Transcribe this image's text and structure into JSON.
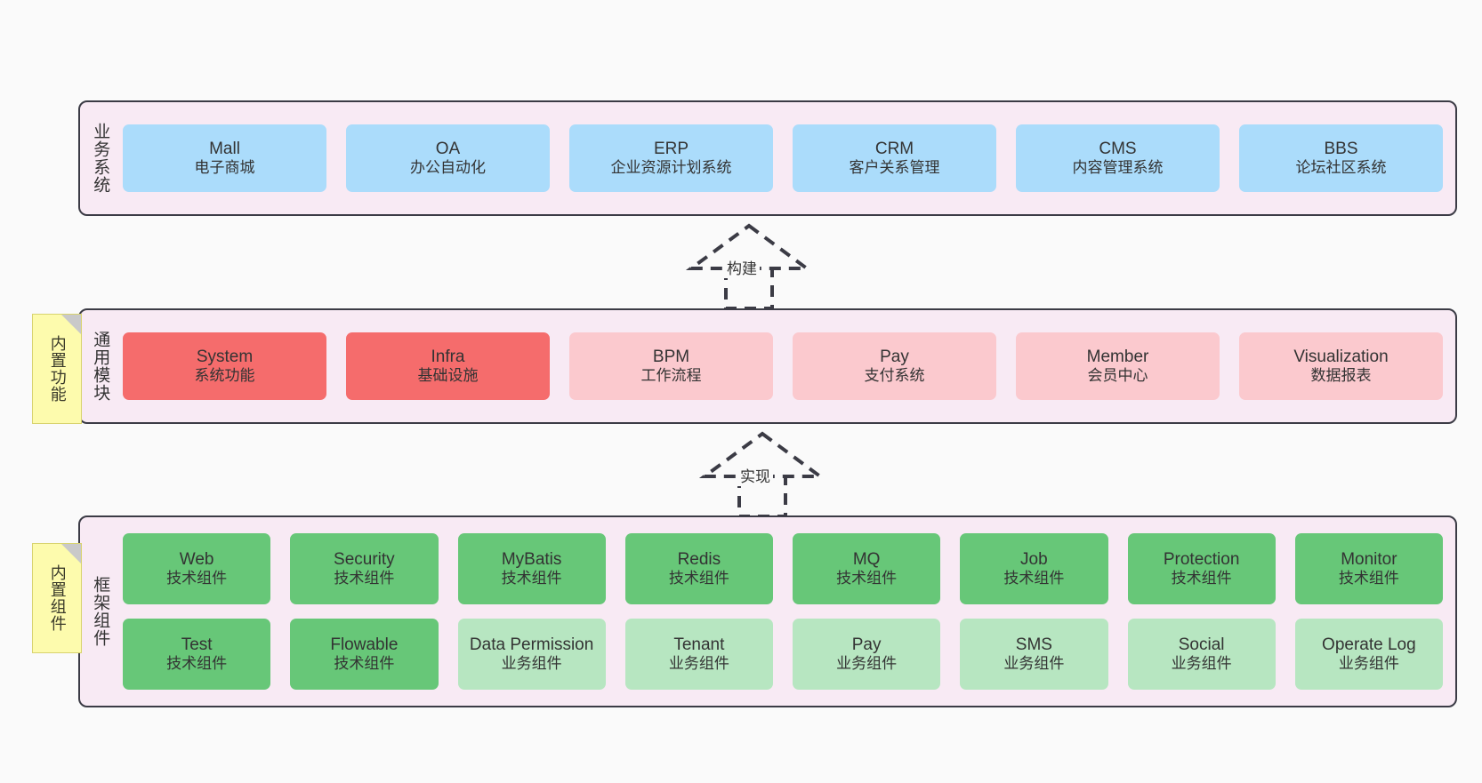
{
  "diagram": {
    "background_color": "#fafafa",
    "panel_color": "#f8eaf4",
    "panel_border_color": "#3b3b45"
  },
  "layers": [
    {
      "id": "business-system",
      "title": "业务系统",
      "color": "#abdcfb",
      "rows": [
        [
          {
            "en": "Mall",
            "cn": "电子商城"
          },
          {
            "en": "OA",
            "cn": "办公自动化"
          },
          {
            "en": "ERP",
            "cn": "企业资源计划系统"
          },
          {
            "en": "CRM",
            "cn": "客户关系管理"
          },
          {
            "en": "CMS",
            "cn": "内容管理系统"
          },
          {
            "en": "BBS",
            "cn": "论坛社区系统"
          }
        ]
      ]
    },
    {
      "id": "common-modules",
      "title": "通用模块",
      "rows": [
        [
          {
            "en": "System",
            "cn": "系统功能",
            "color": "#f56c6c"
          },
          {
            "en": "Infra",
            "cn": "基础设施",
            "color": "#f56c6c"
          },
          {
            "en": "BPM",
            "cn": "工作流程",
            "color": "#fbc9ce"
          },
          {
            "en": "Pay",
            "cn": "支付系统",
            "color": "#fbc9ce"
          },
          {
            "en": "Member",
            "cn": "会员中心",
            "color": "#fbc9ce"
          },
          {
            "en": "Visualization",
            "cn": "数据报表",
            "color": "#fbc9ce"
          }
        ]
      ]
    },
    {
      "id": "framework-components",
      "title": "框架组件",
      "rows": [
        [
          {
            "en": "Web",
            "cn": "技术组件",
            "color": "#67c778"
          },
          {
            "en": "Security",
            "cn": "技术组件",
            "color": "#67c778"
          },
          {
            "en": "MyBatis",
            "cn": "技术组件",
            "color": "#67c778"
          },
          {
            "en": "Redis",
            "cn": "技术组件",
            "color": "#67c778"
          },
          {
            "en": "MQ",
            "cn": "技术组件",
            "color": "#67c778"
          },
          {
            "en": "Job",
            "cn": "技术组件",
            "color": "#67c778"
          },
          {
            "en": "Protection",
            "cn": "技术组件",
            "color": "#67c778"
          },
          {
            "en": "Monitor",
            "cn": "技术组件",
            "color": "#67c778"
          }
        ],
        [
          {
            "en": "Test",
            "cn": "技术组件",
            "color": "#67c778"
          },
          {
            "en": "Flowable",
            "cn": "技术组件",
            "color": "#67c778"
          },
          {
            "en": "Data Permission",
            "cn": "业务组件",
            "color": "#b7e6c1"
          },
          {
            "en": "Tenant",
            "cn": "业务组件",
            "color": "#b7e6c1"
          },
          {
            "en": "Pay",
            "cn": "业务组件",
            "color": "#b7e6c1"
          },
          {
            "en": "SMS",
            "cn": "业务组件",
            "color": "#b7e6c1"
          },
          {
            "en": "Social",
            "cn": "业务组件",
            "color": "#b7e6c1"
          },
          {
            "en": "Operate Log",
            "cn": "业务组件",
            "color": "#b7e6c1"
          }
        ]
      ]
    }
  ],
  "notes": [
    {
      "id": "builtin-function",
      "text": "内置功能",
      "color": "#fdfbad"
    },
    {
      "id": "builtin-component",
      "text": "内置组件",
      "color": "#fdfbad"
    }
  ],
  "arrows": [
    {
      "id": "build",
      "label": "构建",
      "style": "dashed-hollow-triangle",
      "direction": "up"
    },
    {
      "id": "implement",
      "label": "实现",
      "style": "dashed-hollow-triangle",
      "direction": "up"
    }
  ]
}
